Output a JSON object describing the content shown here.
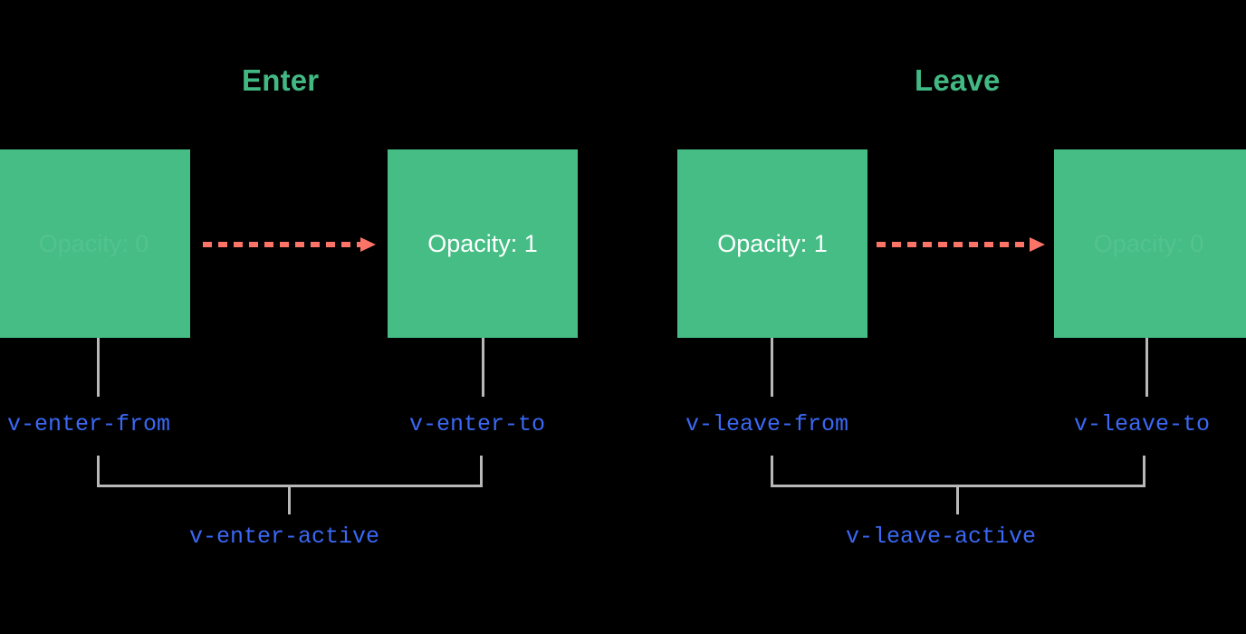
{
  "diagram": {
    "title_enter": "Enter",
    "title_leave": "Leave",
    "colors": {
      "background": "#000000",
      "box_green": "#45bd85",
      "heading_green": "#42b883",
      "arrow_salmon": "#fc7468",
      "class_blue": "#3b68f5",
      "connector_gray": "#b8b8b8",
      "box_text_white": "#ffffff"
    },
    "enter": {
      "from_box_label": "Opacity: 0",
      "to_box_label": "Opacity: 1",
      "from_class": "v-enter-from",
      "to_class": "v-enter-to",
      "active_class": "v-enter-active"
    },
    "leave": {
      "from_box_label": "Opacity: 1",
      "to_box_label": "Opacity: 0",
      "from_class": "v-leave-from",
      "to_class": "v-leave-to",
      "active_class": "v-leave-active"
    }
  }
}
